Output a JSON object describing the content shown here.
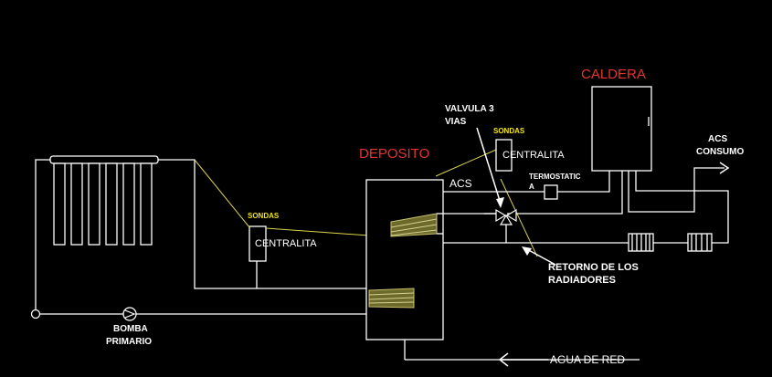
{
  "labels": {
    "caldera": "CALDERA",
    "deposito": "DEPOSITO",
    "valvula_line1": "VALVULA 3",
    "valvula_line2": "VIAS",
    "sondas_top": "SONDAS",
    "centralita_top": "CENTRALITA",
    "sondas_left": "SONDAS",
    "centralita_left": "CENTRALITA",
    "termostatic_line1": "TERMOSTATIC",
    "termostatic_line2": "A",
    "acs": "ACS",
    "acs_consumo_line1": "ACS",
    "acs_consumo_line2": "CONSUMO",
    "retorno_line1": "RETORNO DE LOS",
    "retorno_line2": "RADIADORES",
    "bomba_line1": "BOMBA",
    "bomba_line2": "PRIMARIO",
    "agua_de_red": "AGUA DE RED"
  },
  "colors": {
    "background": "#000000",
    "pipes": "#ffffff",
    "title_red": "#e5342f",
    "sondas_yellow": "#f2e600",
    "sensor_wire": "#d9d24a",
    "coil": "#6b6a2a"
  }
}
